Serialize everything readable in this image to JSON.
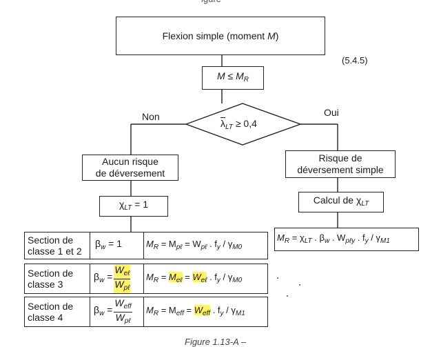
{
  "header_fragment": "igure",
  "top_box": {
    "prefix": "Flexion simple (moment ",
    "var": "M",
    "suffix": ")"
  },
  "ref": "(5.4.5)",
  "condition": {
    "lhs": "M",
    "op": "≤",
    "rhs": "M",
    "rhs_sub": "R"
  },
  "decision": {
    "sym": "λ",
    "sub": "LT",
    "op": "≥ 0,4"
  },
  "branch_no": "Non",
  "branch_yes": "Oui",
  "left_box": {
    "line1": "Aucun risque",
    "line2": "de déversement"
  },
  "chi_box": {
    "sym": "χ",
    "sub": "LT",
    "rest": " = 1"
  },
  "right_box": {
    "line1": "Risque de",
    "line2": "déversement simple"
  },
  "calc_box": {
    "text": "Calcul de χ",
    "sub": "LT"
  },
  "right_formula": {
    "a": "M",
    "a_sub": "R",
    "b": " = χ",
    "b_sub": "LT",
    "c": " . β",
    "c_sub": "w",
    "d": " . W",
    "d_sub": "pℓy",
    "e": " . f",
    "e_sub": "y",
    "f": " / γ",
    "f_sub": "M1"
  },
  "rows": [
    {
      "section_line1": "Section de",
      "section_line2": "classe 1 et 2",
      "beta": "β",
      "beta_sub": "w",
      "beta_rest": " = 1",
      "mr": "M",
      "mr_sub": "R",
      "eq1": " = M",
      "eq1_sub": "pℓ",
      "eq2": " = W",
      "eq2_sub": "pℓ",
      "eq3": " . f",
      "eq3_sub": "y",
      "eq4": " / γ",
      "eq4_sub": "M0"
    },
    {
      "section_line1": "Section de",
      "section_line2": "classe 3",
      "beta": "β",
      "beta_sub": "w",
      "beta_eq": " =",
      "frac_num": "W",
      "frac_num_sub": "eℓ",
      "frac_den": "W",
      "frac_den_sub": "pℓ",
      "mr": "M",
      "mr_sub": "R",
      "eq1": "M",
      "eq1_sub": "eℓ",
      "eq2": "W",
      "eq2_sub": "eℓ",
      "eq3": " . f",
      "eq3_sub": "y",
      "eq4": " / γ",
      "eq4_sub": "M0"
    },
    {
      "section_line1": "Section de",
      "section_line2": "classe 4",
      "beta": "β",
      "beta_sub": "w",
      "beta_eq": " =",
      "frac_num": "W",
      "frac_num_sub": "eff",
      "frac_den": "W",
      "frac_den_sub": "pℓ",
      "mr": "M",
      "mr_sub": "R",
      "eq1": " = M",
      "eq1_sub": "eff",
      "eq2": "W",
      "eq2_sub": "eff",
      "eq3": " . f",
      "eq3_sub": "y",
      "eq4": " / γ",
      "eq4_sub": "M1"
    }
  ],
  "caption": "Figure 1.13-A –"
}
